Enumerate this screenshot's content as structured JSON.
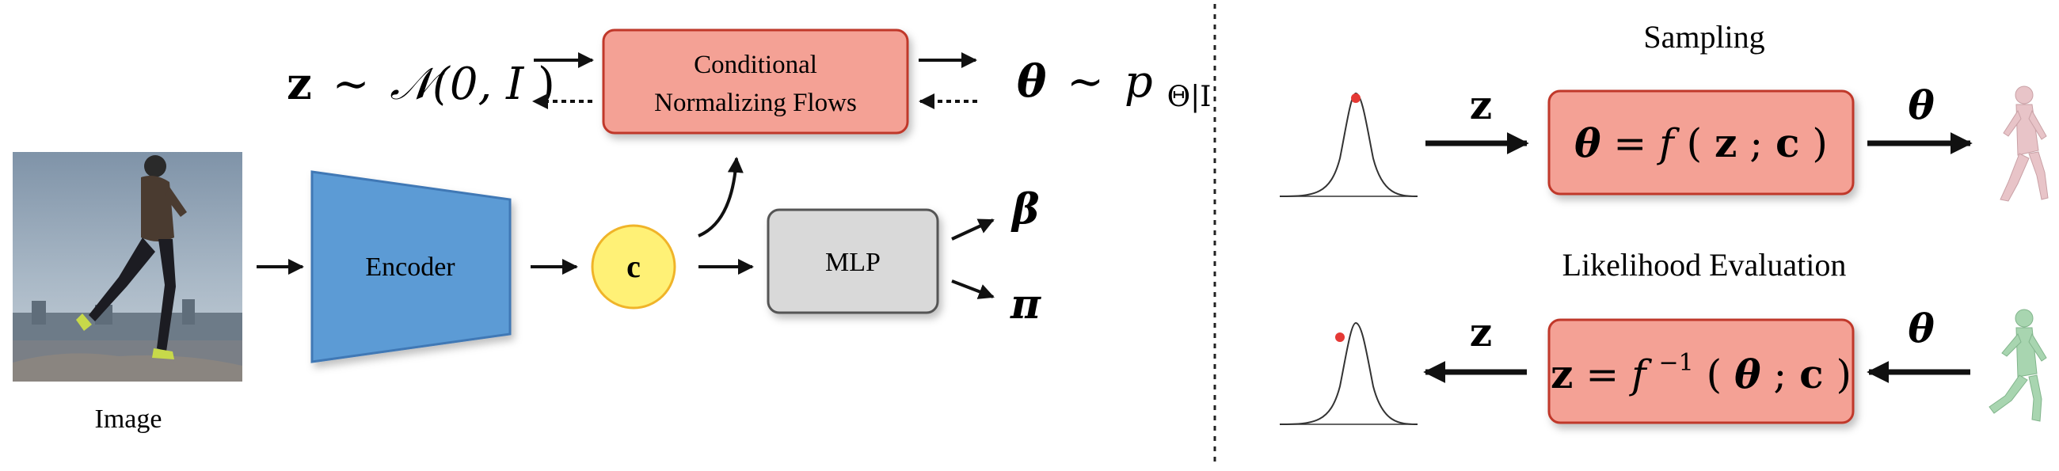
{
  "left": {
    "image_caption": "Image",
    "encoder_label": "Encoder",
    "c_label": "c",
    "mlp_label": "MLP",
    "nf_line1": "Conditional",
    "nf_line2": "Normalizing Flows",
    "z_prior": {
      "var": "z",
      "rel": "∼",
      "dist": "𝒩(0,",
      "arg": "I",
      "close": ")"
    },
    "theta_post": {
      "var": "θ",
      "rel": "∼",
      "p": "p",
      "sub": "Θ|I"
    },
    "beta": "β",
    "pi": "π"
  },
  "right": {
    "sampling_title": "Sampling",
    "likelihood_title": "Likelihood Evaluation",
    "sampling_in": "z",
    "sampling_out": "θ",
    "sampling_eq": {
      "lhs": "θ",
      "eq": " = ",
      "f": "f",
      "open": "(",
      "z": "z",
      "sep": "; ",
      "c": "c",
      "close": ")"
    },
    "likelihood_in": "θ",
    "likelihood_out": "z",
    "likelihood_eq": {
      "lhs": "z",
      "eq": " = ",
      "f": "f",
      "sup": "−1",
      "open": "(",
      "theta": "θ",
      "sep": "; ",
      "c": "c",
      "close": ")"
    }
  },
  "colors": {
    "encoder": "#5b9bd5",
    "encoder_border": "#3f78b5",
    "c_fill": "#fff176",
    "c_border": "#f0b429",
    "mlp": "#d9d9d9",
    "mlp_border": "#555555",
    "flow_box": "#f4a195",
    "flow_border": "#c0392b",
    "gauss_dot": "#e53935",
    "pose_pink": "#e8c4c8",
    "pose_green": "#a8d5b0"
  },
  "icons": [
    "runner-photo",
    "gaussian-curve-icon",
    "pose-figure-icon"
  ]
}
